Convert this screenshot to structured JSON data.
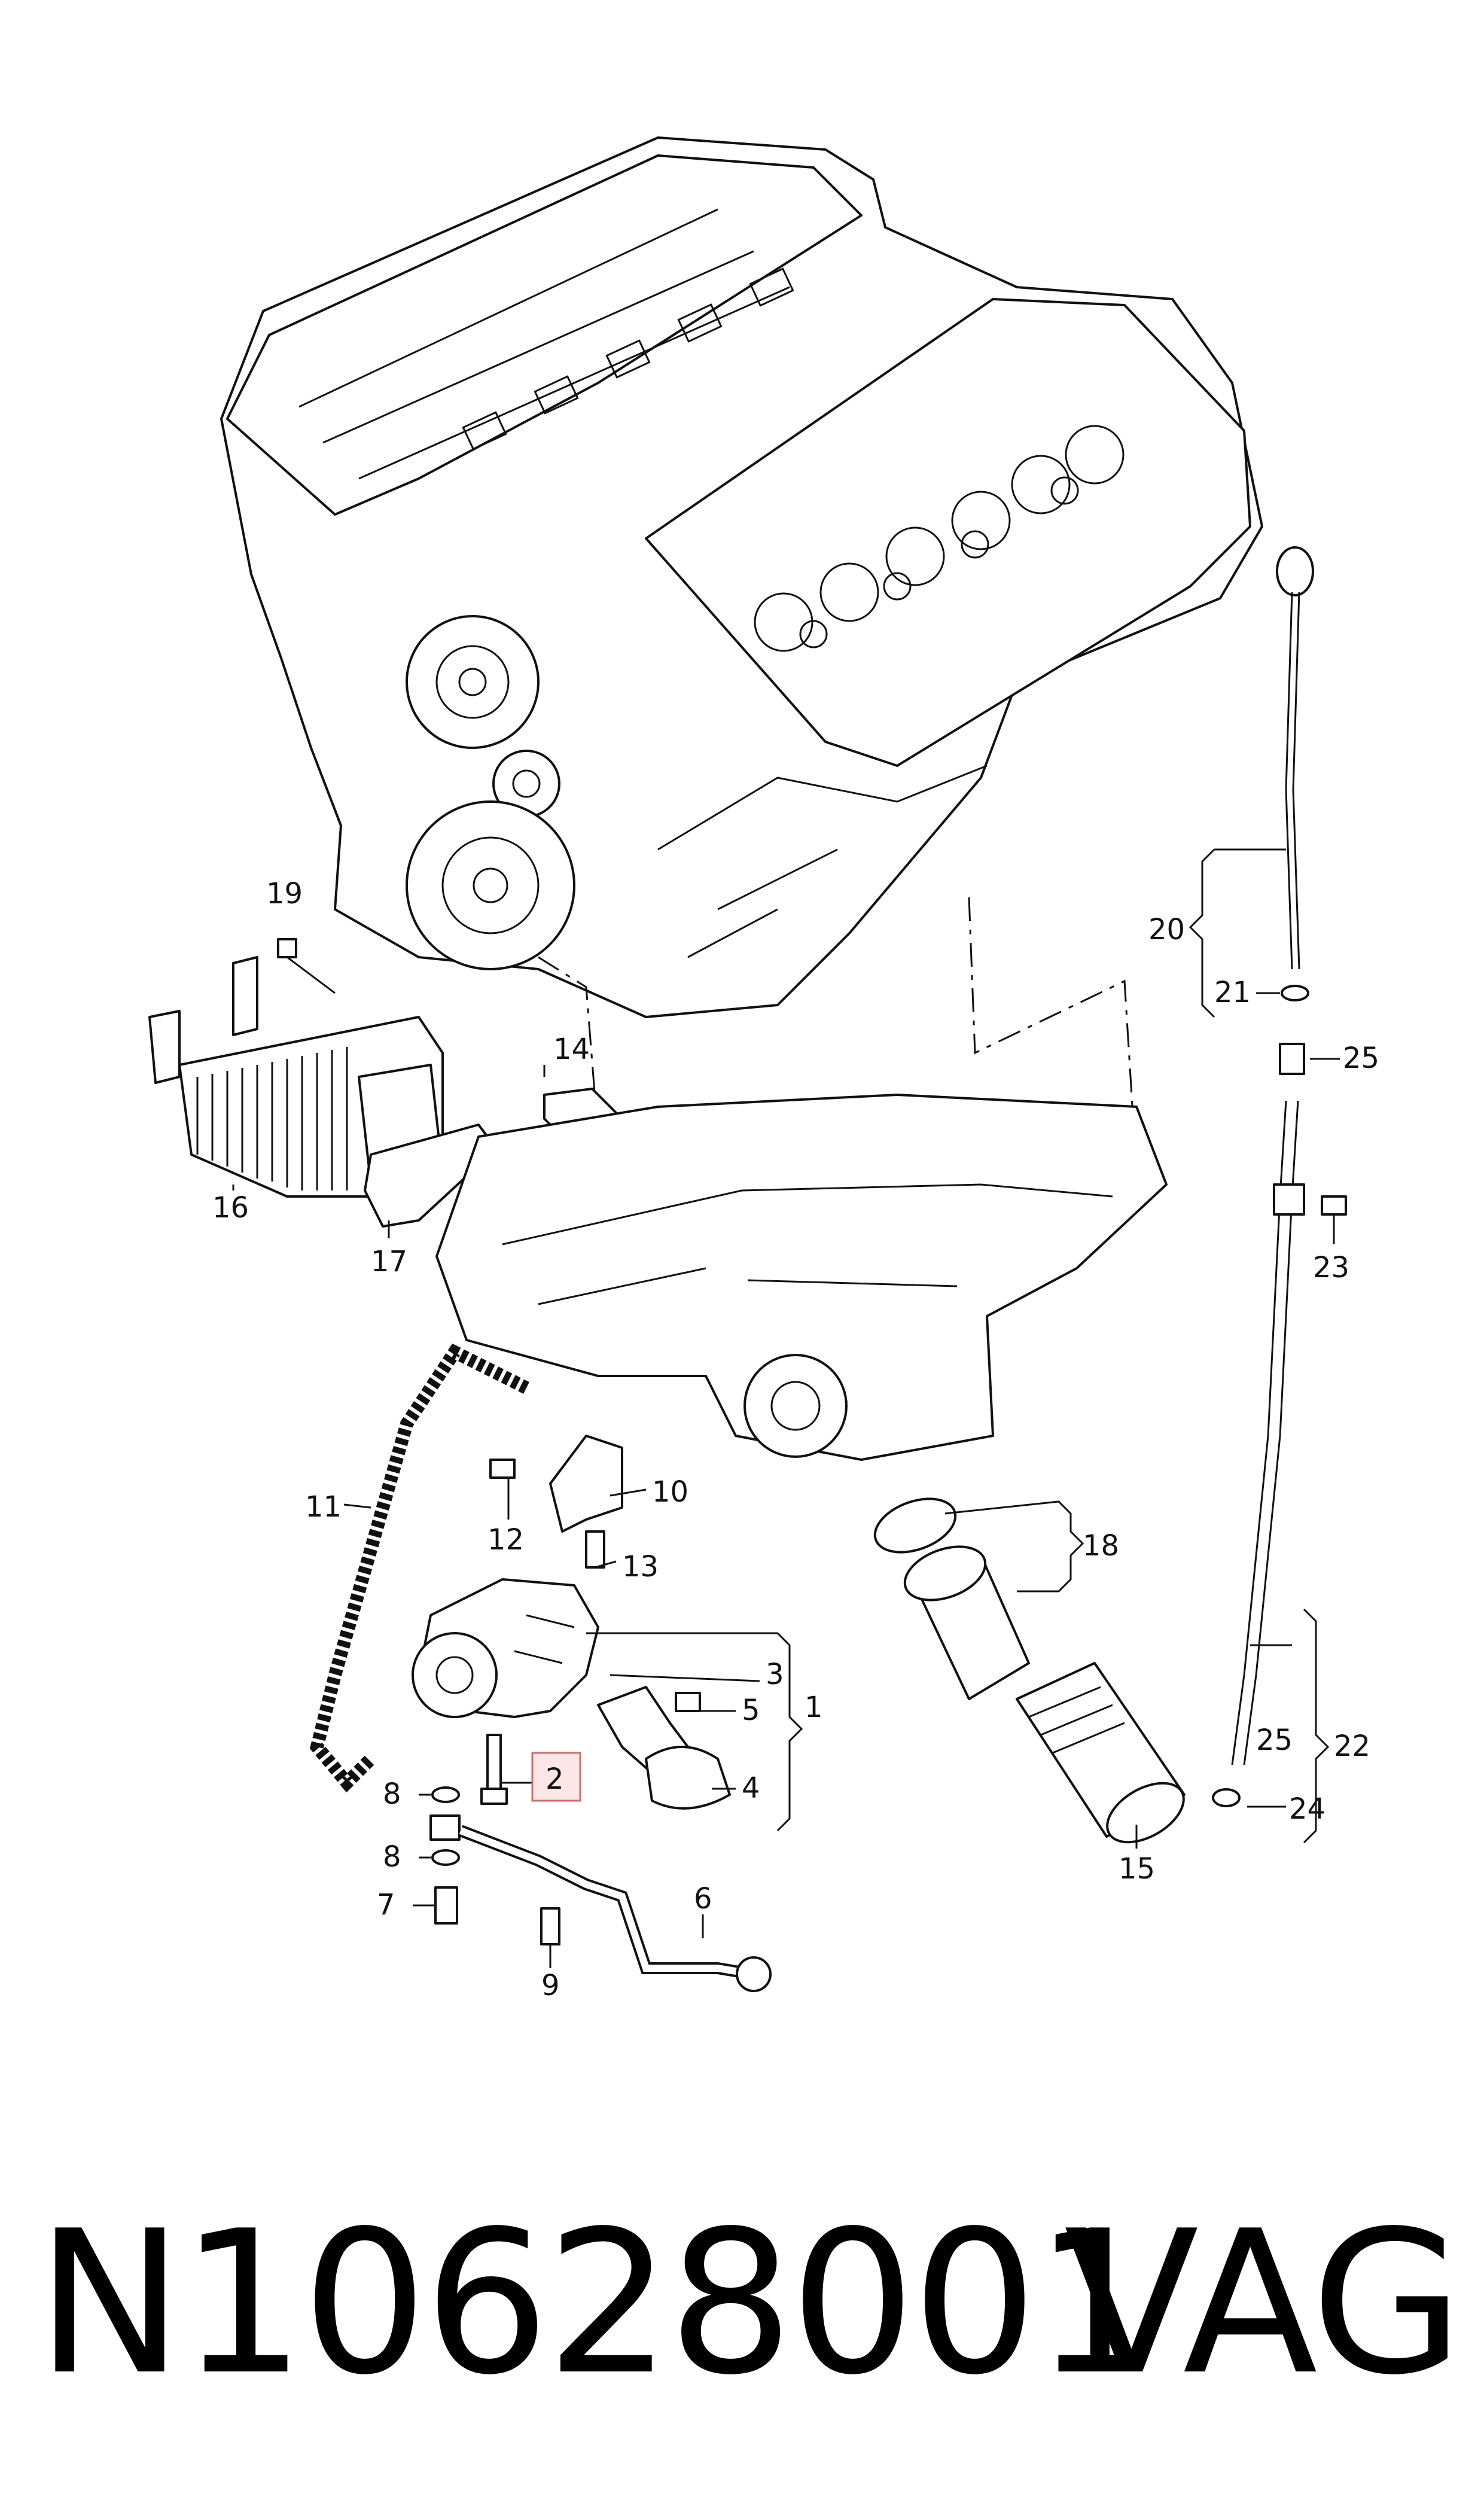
{
  "footer": {
    "part_number": "N10628001",
    "brand": "VAG"
  },
  "highlight_color": "#d46a6a",
  "callouts": {
    "c1": "1",
    "c2": "2",
    "c3": "3",
    "c4": "4",
    "c5": "5",
    "c6": "6",
    "c7": "7",
    "c8a": "8",
    "c8b": "8",
    "c9": "9",
    "c10": "10",
    "c11": "11",
    "c12": "12",
    "c13": "13",
    "c14": "14",
    "c15": "15",
    "c16": "16",
    "c17": "17",
    "c18": "18",
    "c19": "19",
    "c20": "20",
    "c21": "21",
    "c22": "22",
    "c23": "23",
    "c24": "24",
    "c25a": "25",
    "c25b": "25"
  },
  "highlighted_callout": "2"
}
